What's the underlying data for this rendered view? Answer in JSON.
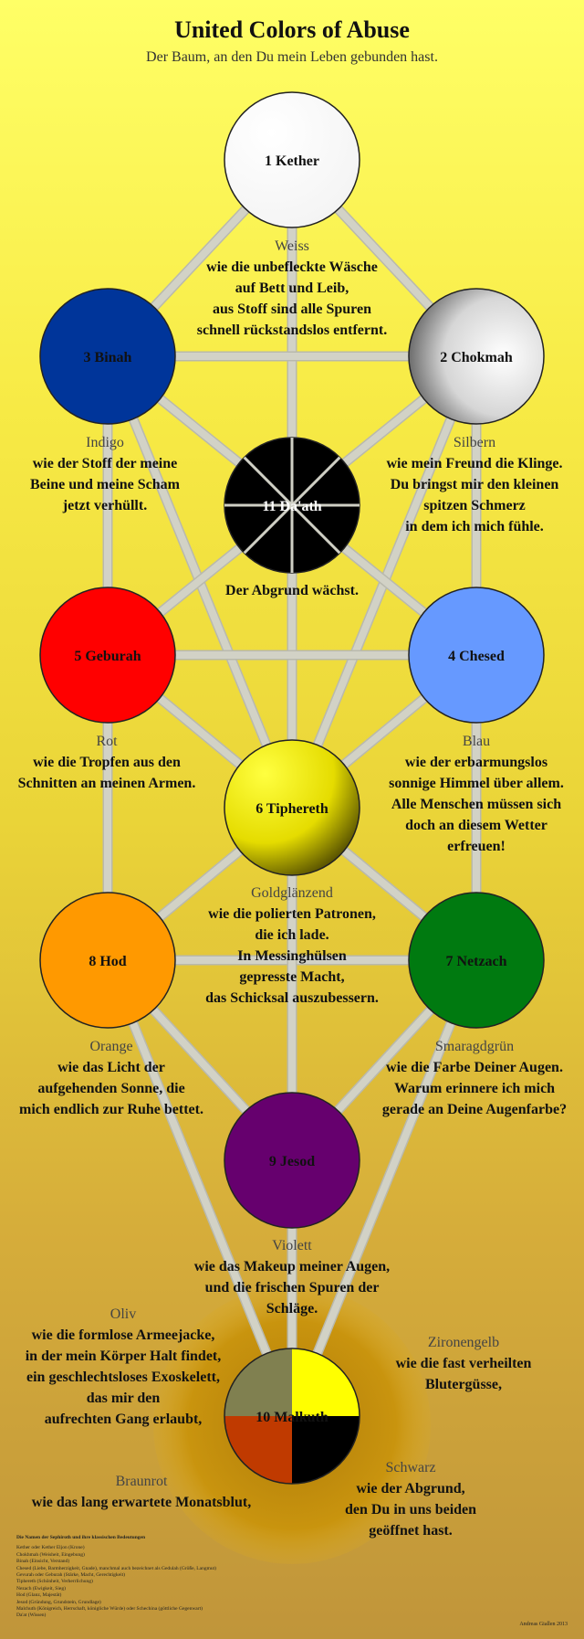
{
  "title": "United Colors of Abuse",
  "subtitle": "Der Baum, an den Du mein Leben gebunden hast.",
  "colors": {
    "path": "#d2d2c6",
    "path_edge": "#b9b9ad",
    "stroke": "#222222",
    "halo": "#b8820c"
  },
  "sephirot": {
    "kether": {
      "label": "1 Kether",
      "fill": "#ffffff"
    },
    "chokmah": {
      "label": "2 Chokmah",
      "fill": "#e8e8e8"
    },
    "binah": {
      "label": "3 Binah",
      "fill": "#00359a"
    },
    "chesed": {
      "label": "4 Chesed",
      "fill": "#6699ff"
    },
    "geburah": {
      "label": "5 Geburah",
      "fill": "#ff0000"
    },
    "tiphereth": {
      "label": "6 Tiphereth",
      "fill": "#e8e000"
    },
    "netzach": {
      "label": "7 Netzach",
      "fill": "#007a10"
    },
    "hod": {
      "label": "8 Hod",
      "fill": "#ff9900"
    },
    "jesod": {
      "label": "9 Jesod",
      "fill": "#66006e"
    },
    "malkuth": {
      "label": "10 Malkuth",
      "quarters": {
        "olive": "#808050",
        "citrine": "#ffff00",
        "russet": "#c03a00",
        "black": "#000000"
      }
    },
    "daath": {
      "label": "11 Da'ath",
      "fill": "#000000"
    }
  },
  "labels": {
    "weiss": {
      "name": "Weiss",
      "text": "wie die unbefleckte Wäsche\nauf Bett und Leib,\naus Stoff sind alle Spuren\nschnell rückstandslos entfernt."
    },
    "indigo": {
      "name": "Indigo",
      "text": "wie der Stoff der meine\nBeine und meine Scham\njetzt verhüllt."
    },
    "silbern": {
      "name": "Silbern",
      "text": "wie mein Freund die Klinge.\nDu bringst mir den kleinen\nspitzen Schmerz\nin dem ich mich fühle."
    },
    "abgrund": {
      "name": "",
      "text": "Der Abgrund wächst."
    },
    "rot": {
      "name": "Rot",
      "text": "wie die Tropfen aus den\nSchnitten an meinen Armen."
    },
    "blau": {
      "name": "Blau",
      "text": "wie der erbarmungslos\nsonnige Himmel über allem.\nAlle Menschen müssen sich\ndoch an diesem Wetter\nerfreuen!"
    },
    "gold": {
      "name": "Goldglänzend",
      "text": "wie die polierten Patronen,\ndie ich lade.\nIn Messinghülsen\ngepresste Macht,\ndas Schicksal auszubessern."
    },
    "orange": {
      "name": "Orange",
      "text": "wie das Licht der\naufgehenden Sonne, die\nmich endlich zur Ruhe bettet."
    },
    "smaragd": {
      "name": "Smaragdgrün",
      "text": "wie die Farbe Deiner Augen.\nWarum erinnere ich mich\ngerade an Deine Augenfarbe?"
    },
    "violett": {
      "name": "Violett",
      "text": "wie das Makeup meiner Augen,\nund die frischen Spuren der\nSchläge."
    },
    "oliv": {
      "name": "Oliv",
      "text": "wie die formlose Armeejacke,\nin der mein Körper Halt findet,\nein geschlechtsloses Exoskelett,\ndas mir den\naufrechten Gang erlaubt,"
    },
    "zitronen": {
      "name": "Zironengelb",
      "text": "wie die fast verheilten\nBlutergüsse,"
    },
    "braunrot": {
      "name": "Braunrot",
      "text": "wie das lang erwartete Monatsblut,"
    },
    "schwarz": {
      "name": "Schwarz",
      "text": "wie der Abgrund,\nden Du in uns beiden\ngeöffnet hast."
    }
  },
  "footer": {
    "heading": "Die Namen der Sephiroth und ihre klassischen Bedeutungen",
    "lines": [
      "Kether oder Kether Eljon (Krone)",
      "Chokhmah (Weisheit, Eingebung)",
      "Binah (Einsicht, Verstand)",
      "Chesed (Liebe, Barmherzigkeit, Gnade), manchmal auch bezeichnet als Gedulah (Größe, Langmut)",
      "Gevurah oder Geburah (Stärke, Macht, Gerechtigkeit)",
      "Tiphereth (Schönheit, Verherrlichung)",
      "Nezach (Ewigkeit, Sieg)",
      "Hod (Glanz, Majestät)",
      "Jesod (Gründung, Grundstein, Grundlage)",
      "Malchuth (Königreich, Herrschaft, königliche Würde) oder Schechina (göttliche Gegenwart)",
      "Da'at (Wissen)"
    ],
    "author": "Andreas Giallen 2013"
  }
}
